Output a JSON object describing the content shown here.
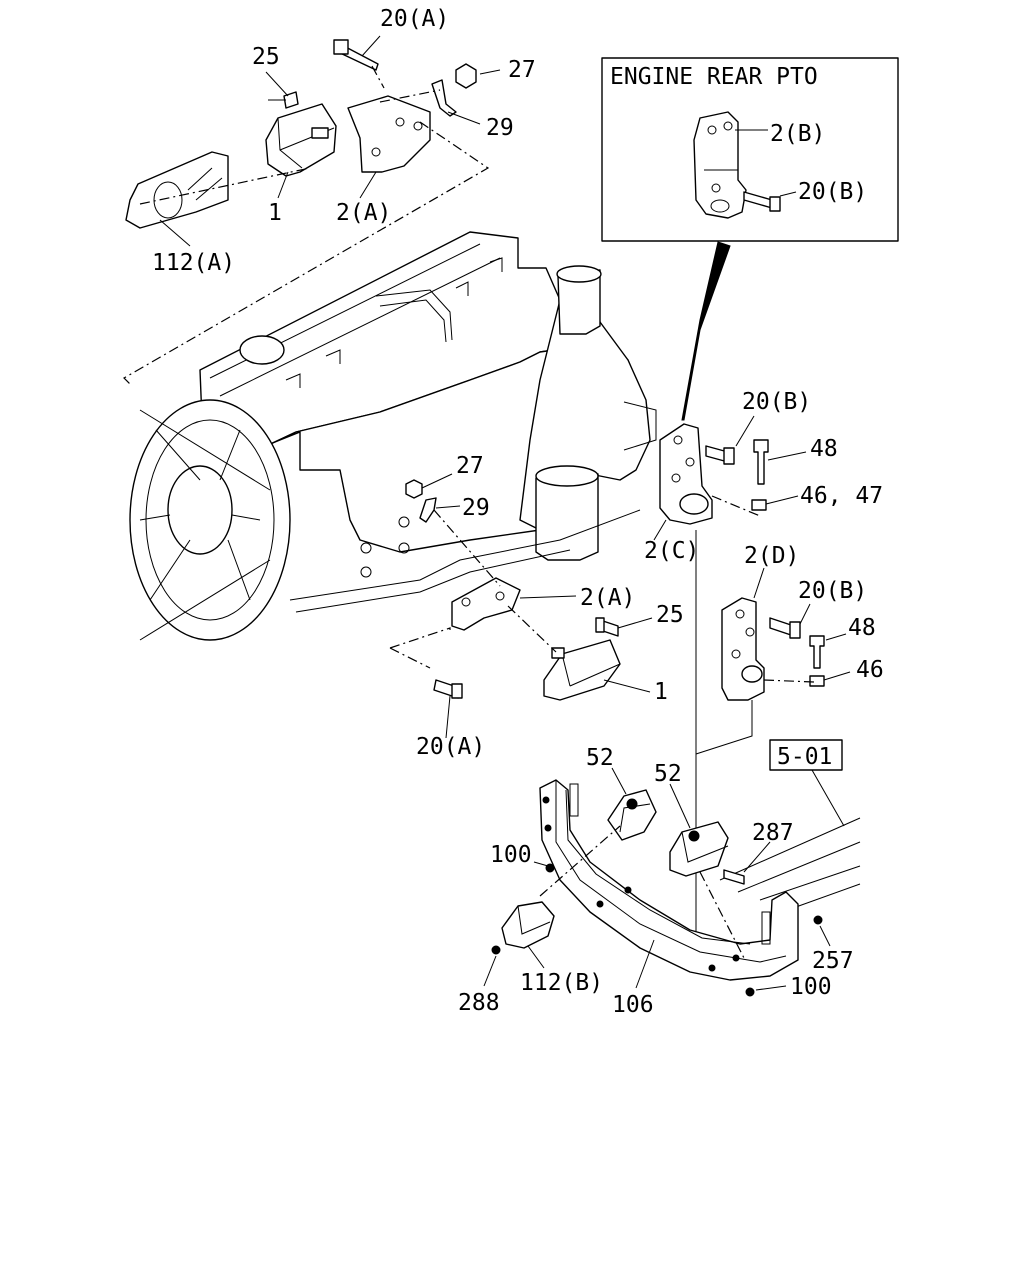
{
  "diagram": {
    "inset_title": "ENGINE REAR PTO",
    "callouts": {
      "c20a_top": "20(A)",
      "c25_top": "25",
      "c27_top": "27",
      "c29_top": "29",
      "c1_top": "1",
      "c2a_top": "2(A)",
      "c112a": "112(A)",
      "c2b_inset": "2(B)",
      "c20b_inset": "20(B)",
      "c20b_mid": "20(B)",
      "c48_mid": "48",
      "c4647": "46, 47",
      "c2c": "2(C)",
      "c27_mid": "27",
      "c29_mid": "29",
      "c2a_mid": "2(A)",
      "c25_mid": "25",
      "c1_mid": "1",
      "c20a_mid": "20(A)",
      "c2d": "2(D)",
      "c20b_low": "20(B)",
      "c48_low": "48",
      "c46_low": "46",
      "ref_501": "5-01",
      "c52_left": "52",
      "c52_right": "52",
      "c287": "287",
      "c100_left": "100",
      "c257": "257",
      "c112b": "112(B)",
      "c288": "288",
      "c106": "106",
      "c100_right": "100"
    }
  }
}
